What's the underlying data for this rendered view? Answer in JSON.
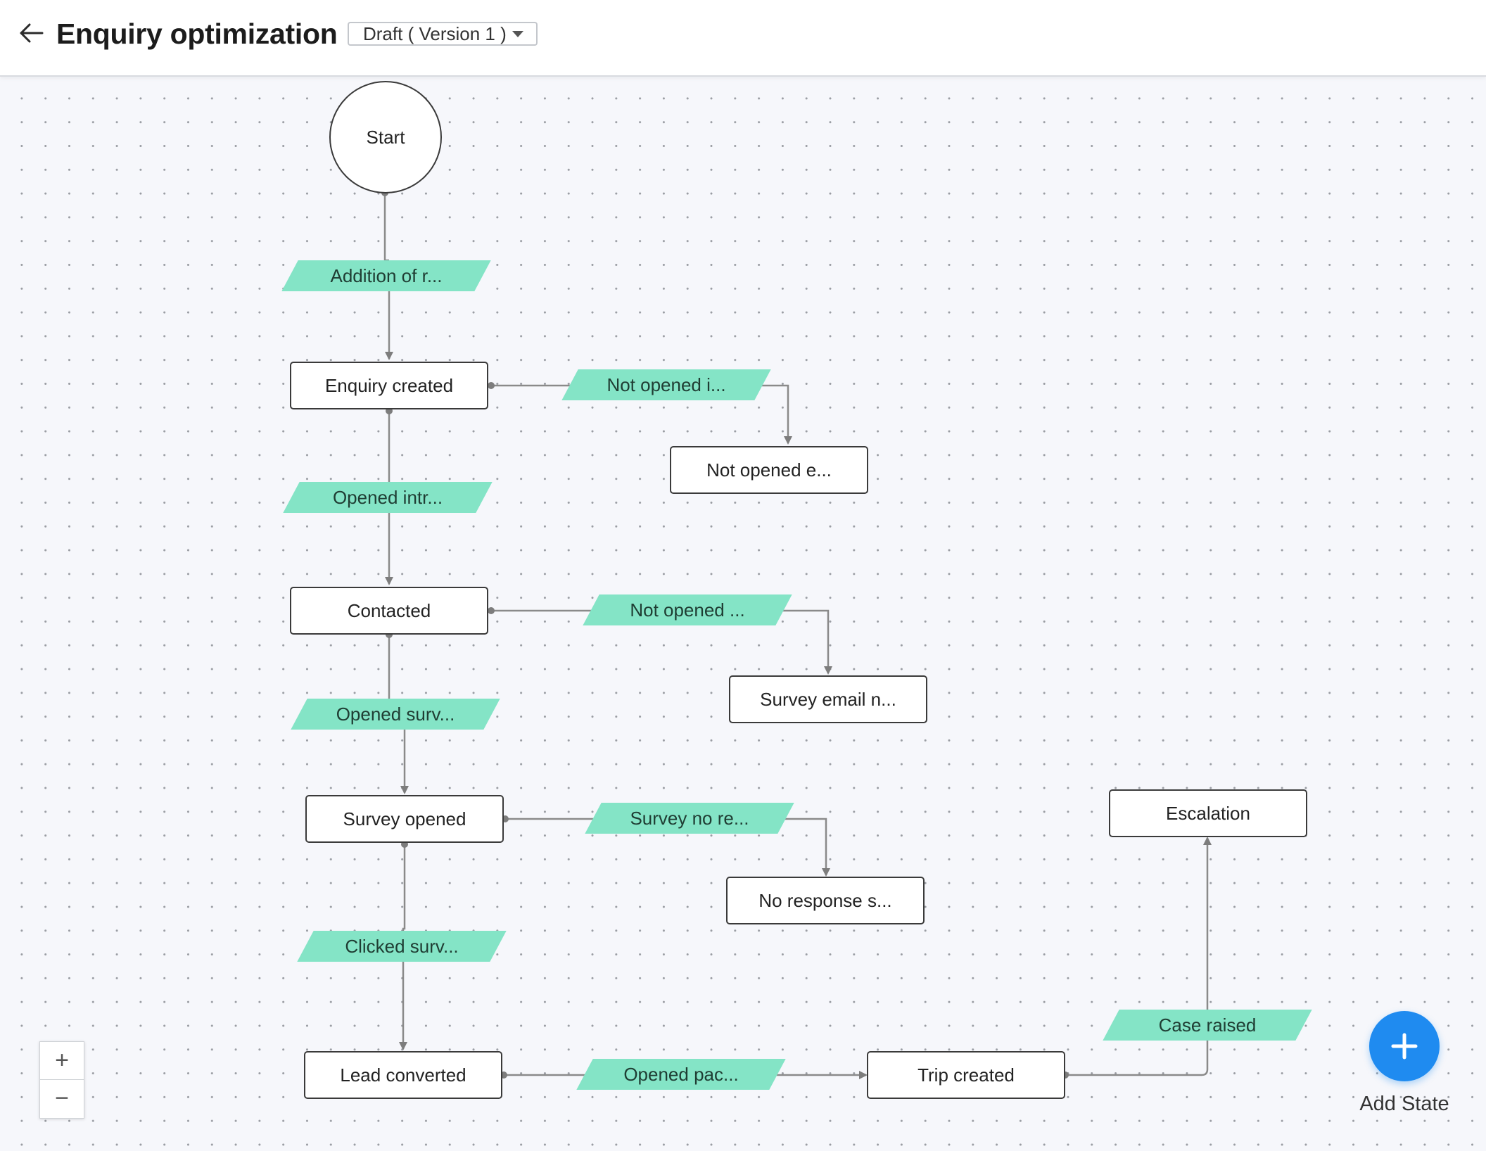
{
  "header": {
    "title": "Enquiry optimization",
    "version_label": "Draft ( Version 1 )"
  },
  "nodes": {
    "start": "Start",
    "enquiry_created": "Enquiry created",
    "not_opened_e": "Not opened e...",
    "contacted": "Contacted",
    "survey_email_n": "Survey email n...",
    "survey_opened": "Survey opened",
    "no_response_s": "No response s...",
    "lead_converted": "Lead converted",
    "trip_created": "Trip created",
    "escalation": "Escalation"
  },
  "transitions": {
    "addition_of_r": "Addition of r...",
    "not_opened_i": "Not opened i...",
    "opened_intr": "Opened intr...",
    "not_opened": "Not opened ...",
    "opened_surv": "Opened surv...",
    "survey_no_re": "Survey no re...",
    "clicked_surv": "Clicked surv...",
    "opened_pac": "Opened pac...",
    "case_raised": "Case raised"
  },
  "zoom": {
    "in": "+",
    "out": "−"
  },
  "fab": {
    "label": "Add State"
  },
  "colors": {
    "transition_fill": "#84e4c6",
    "fab": "#1f8bf0",
    "connector": "#8a8a8a"
  }
}
